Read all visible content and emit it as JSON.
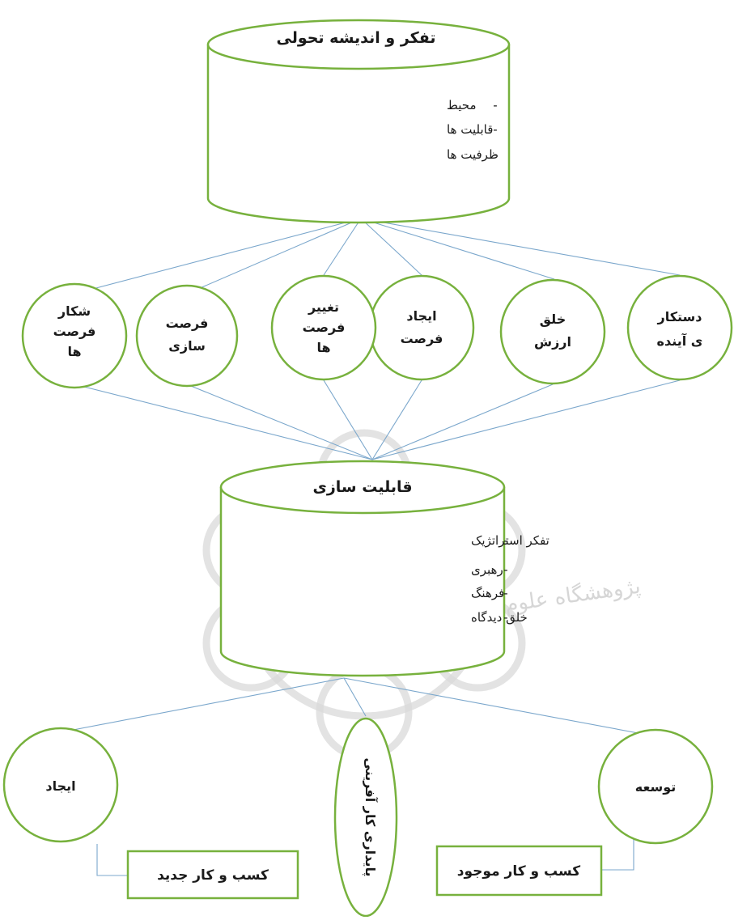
{
  "top_cylinder": {
    "title": "تفکر و اندیشه تحولی",
    "items": [
      "محیط",
      "قابلیت ها",
      "ظرفیت ها"
    ],
    "bullet": "-"
  },
  "circles": [
    {
      "lines": [
        "دستکار",
        "ی آینده"
      ]
    },
    {
      "lines": [
        "خلق",
        "ارزش"
      ]
    },
    {
      "lines": [
        "ایجاد",
        "فرصت"
      ]
    },
    {
      "lines": [
        "تغییر",
        "فرصت",
        "ها"
      ]
    },
    {
      "lines": [
        "فرصت",
        "سازی"
      ]
    },
    {
      "lines": [
        "شکار",
        "فرصت",
        "ها"
      ]
    }
  ],
  "middle_cylinder": {
    "title": "قابلیت سازی",
    "items": [
      "تفکر استراتژیک",
      "رهبری",
      "فرهنگ",
      "خلق دیدگاه"
    ],
    "bullet": "-"
  },
  "bottom": {
    "left_circle": "ایجاد",
    "right_circle": "توسعه",
    "center_ellipse": "پایداری کار آفرینی",
    "left_box": "کسب و کار جدید",
    "right_box": "کسب و کار موجود"
  },
  "watermark_text": "پژوهشگاه علوم انسانی و مطالعات فرهنگی",
  "colors": {
    "shape_stroke": "#77b13d",
    "connector": "#7ba7cc"
  }
}
